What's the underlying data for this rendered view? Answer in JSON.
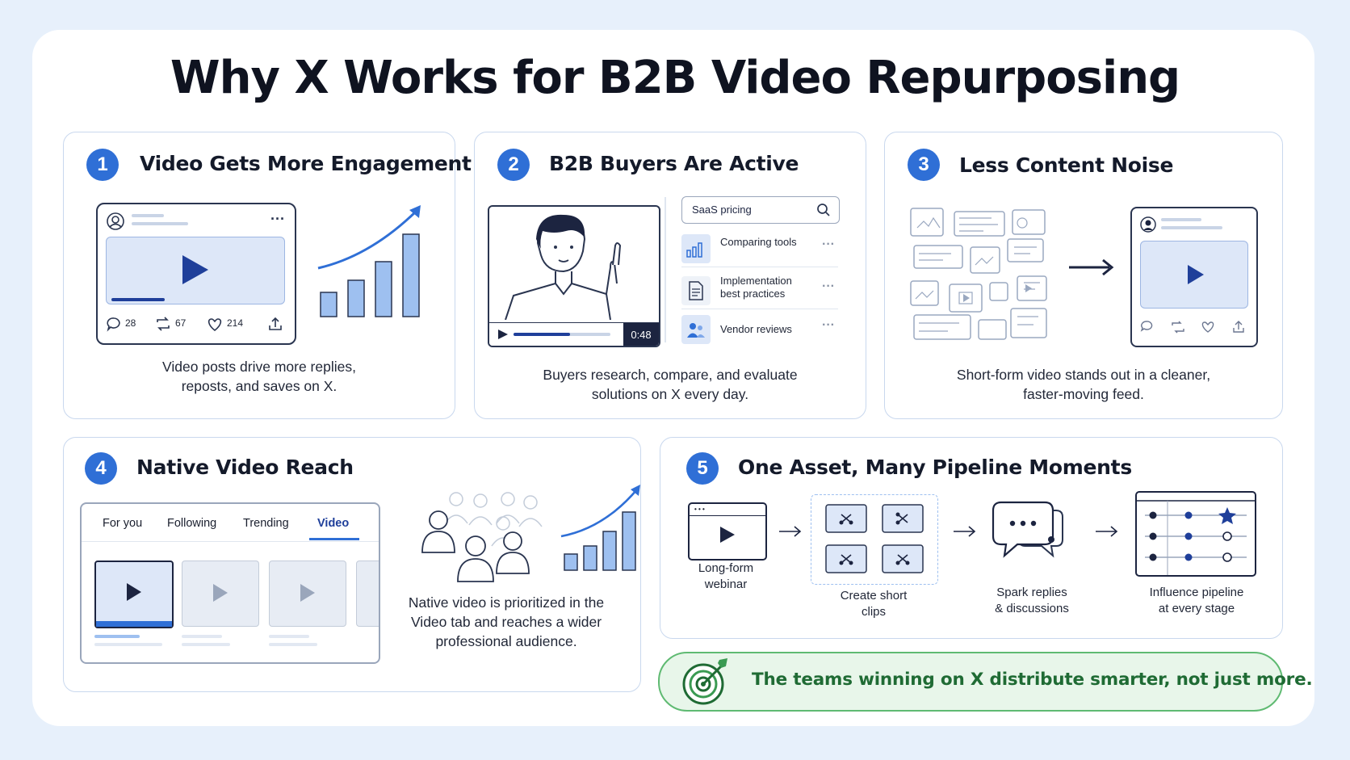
{
  "title": "Why X Works for B2B Video Repurposing",
  "cards": [
    {
      "num": "1",
      "title": "Video Gets More Engagement",
      "caption_l1": "Video posts drive more replies,",
      "caption_l2": "reposts, and saves on X.",
      "stats": {
        "replies": "28",
        "reposts": "67",
        "likes": "214"
      }
    },
    {
      "num": "2",
      "title": "B2B Buyers Are Active",
      "caption_l1": "Buyers research, compare, and evaluate",
      "caption_l2": "solutions on X every day.",
      "video_time": "0:48",
      "search_text": "SaaS pricing",
      "results": [
        "Comparing tools",
        "Implementation",
        "best practices",
        "Vendor reviews"
      ]
    },
    {
      "num": "3",
      "title": "Less Content Noise",
      "caption_l1": "Short-form video stands out in a cleaner,",
      "caption_l2": "faster-moving feed."
    },
    {
      "num": "4",
      "title": "Native Video Reach",
      "caption_l1": "Native video is prioritized in the",
      "caption_l2": "Video tab and reaches a wider",
      "caption_l3": "professional audience.",
      "tabs": [
        "For you",
        "Following",
        "Trending",
        "Video"
      ]
    },
    {
      "num": "5",
      "title": "One Asset, Many Pipeline Moments",
      "steps": [
        {
          "l1": "Long-form",
          "l2": "webinar"
        },
        {
          "l1": "Create short",
          "l2": "clips"
        },
        {
          "l1": "Spark replies",
          "l2": "& discussions"
        },
        {
          "l1": "Influence pipeline",
          "l2": "at every stage"
        }
      ]
    }
  ],
  "banner": "The teams winning on X distribute smarter, not just more.",
  "colors": {
    "accent": "#2f6fd6",
    "banner_bg": "#e8f6ea",
    "banner_text": "#1f6b34"
  }
}
